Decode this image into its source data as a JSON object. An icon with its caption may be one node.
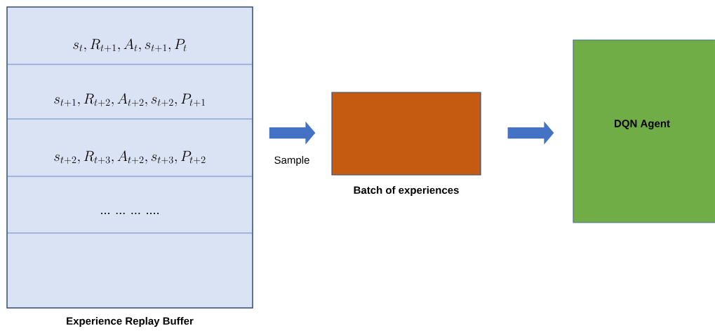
{
  "diagram": {
    "nodes": [
      {
        "text": [
          "Experience Replay Buffer"
        ]
      },
      {
        "text": [
          "s_t, R_{t+1}, A_t, s_{t+1}, P_t"
        ],
        "in": 0
      },
      {
        "text": [
          "s_{t+1}, R_{t+2}, A_{t+2}, s_{t+2}, P_{t+1}"
        ],
        "in": 0
      },
      {
        "text": [
          "s_{t+2}, R_{t+3}, A_{t+2}, s_{t+3}, P_{t+2}"
        ],
        "in": 0
      },
      {
        "text": [
          "... ... ... ...."
        ],
        "in": 0
      },
      {
        "text": [
          "Batch of experiences"
        ]
      },
      {
        "text": [
          "DQN Agent"
        ]
      }
    ],
    "edges": [
      {
        "from": 0,
        "to": 5,
        "arrow": "to",
        "label": "Sample"
      },
      {
        "from": 5,
        "to": 6,
        "arrow": "to"
      }
    ]
  }
}
